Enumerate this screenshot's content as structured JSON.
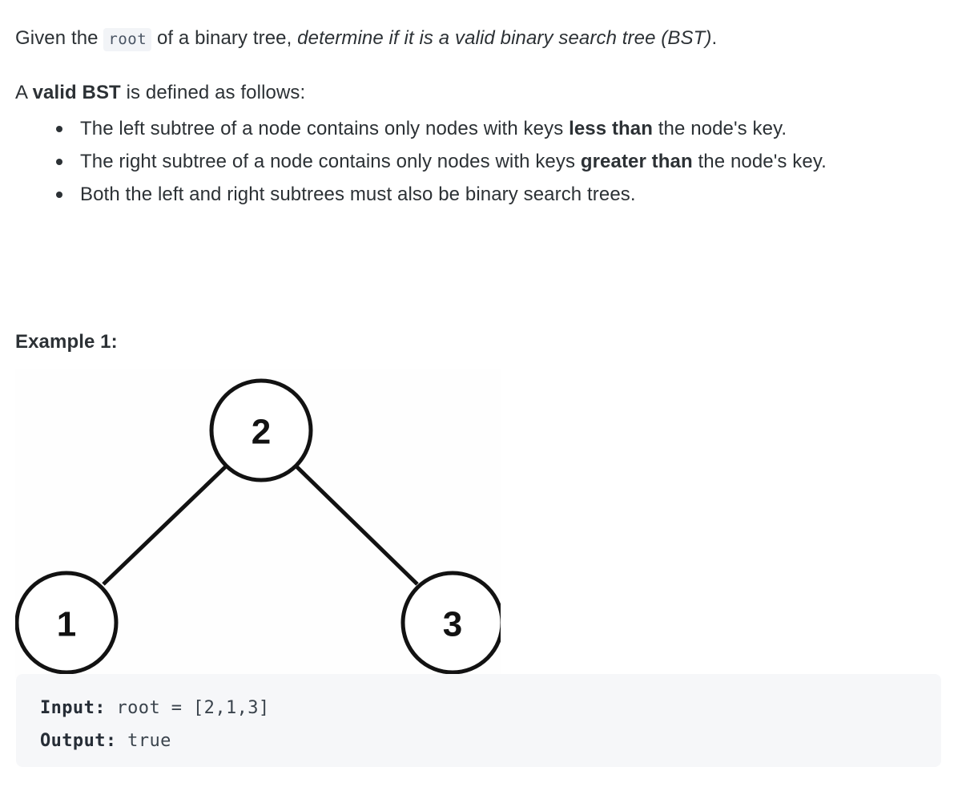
{
  "problem": {
    "intro": {
      "before_code": "Given the ",
      "inline_code": "root",
      "after_code": " of a binary tree, ",
      "italic": "determine if it is a valid binary search tree (BST)",
      "tail": "."
    },
    "definition_line": {
      "prefix": "A ",
      "bold": "valid BST",
      "suffix": " is defined as follows:"
    },
    "rules": [
      {
        "prefix": "The left subtree of a node contains only nodes with keys ",
        "bold": "less than",
        "suffix": " the node's key."
      },
      {
        "prefix": "The right subtree of a node contains only nodes with keys ",
        "bold": "greater than",
        "suffix": " the node's key."
      },
      {
        "prefix": "Both the left and right subtrees must also be binary search trees.",
        "bold": "",
        "suffix": ""
      }
    ],
    "example_heading": "Example 1:",
    "tree": {
      "root_value": "2",
      "left_value": "1",
      "right_value": "3"
    },
    "code_example": {
      "input_label": "Input:",
      "input_value": " root = [2,1,3]",
      "output_label": "Output:",
      "output_value": " true"
    }
  },
  "colors": {
    "text": "#2c3135",
    "code_bg": "#f6f7f9",
    "inline_code_bg": "#f2f4f7",
    "stroke": "#121212"
  }
}
